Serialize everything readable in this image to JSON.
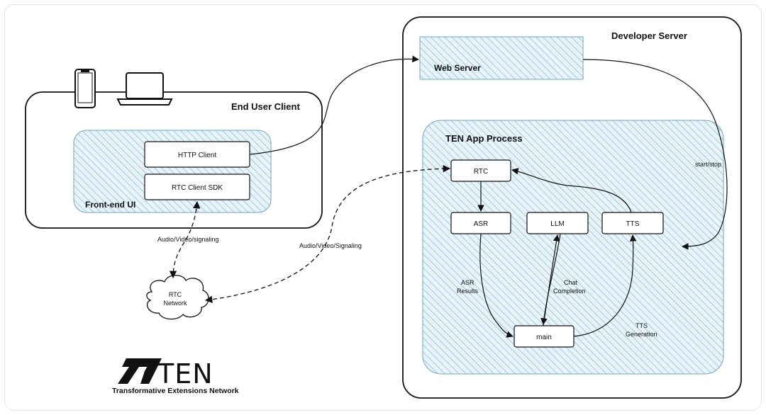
{
  "regions": {
    "developer_server": "Developer Server",
    "end_user_client": "End User Client",
    "front_end_ui": "Front-end UI",
    "web_server": "Web Server",
    "ten_app_process": "TEN App Process"
  },
  "nodes": {
    "http_client": "HTTP Client",
    "rtc_client_sdk": "RTC Client SDK",
    "rtc": "RTC",
    "asr": "ASR",
    "llm": "LLM",
    "tts": "TTS",
    "main": "main",
    "rtc_network_line1": "RTC",
    "rtc_network_line2": "Network"
  },
  "edge_labels": {
    "start_stop": "start/stop",
    "av_signaling_lower": "Audio/Video/signaling",
    "av_signaling_upper": "Audio/Video/Signaling",
    "asr_results_line1": "ASR",
    "asr_results_line2": "Results",
    "chat_completion_line1": "Chat",
    "chat_completion_line2": "Completion",
    "tts_generation_line1": "TTS",
    "tts_generation_line2": "Generation"
  },
  "logo": {
    "wordmark": "TEN",
    "tagline": "Transformative Extensions Network"
  },
  "colors": {
    "hatch": "#8fbfd6",
    "fill": "#e7f3f9",
    "stroke": "#111111"
  }
}
